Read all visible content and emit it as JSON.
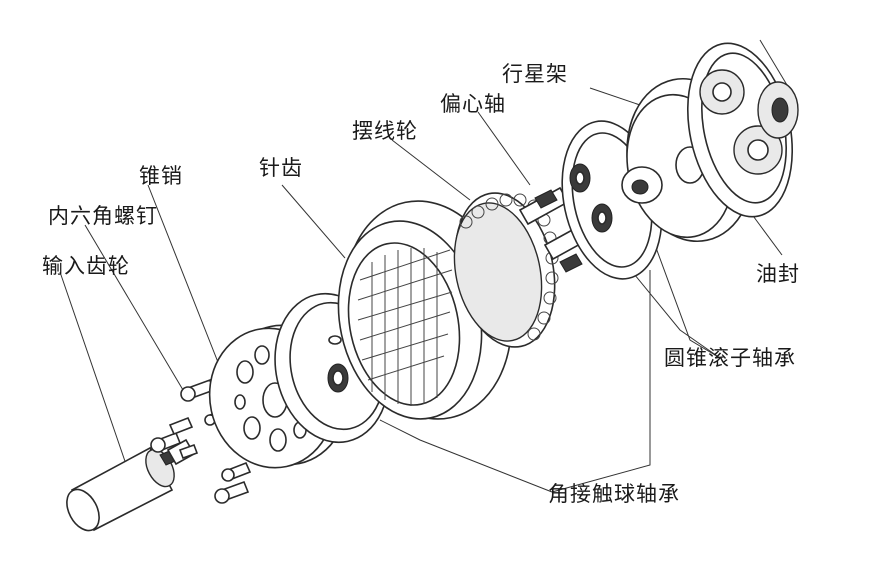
{
  "labels": {
    "input_gear": "输入齿轮",
    "hex_screw": "内六角螺钉",
    "taper_pin": "锥销",
    "pin_teeth": "针齿",
    "cycloid_wheel": "摆线轮",
    "eccentric_shaft": "偏心轴",
    "planet_carrier": "行星架",
    "oil_seal": "油封",
    "tapered_roller_bearing": "圆锥滚子轴承",
    "angular_contact_bearing": "角接触球轴承"
  }
}
